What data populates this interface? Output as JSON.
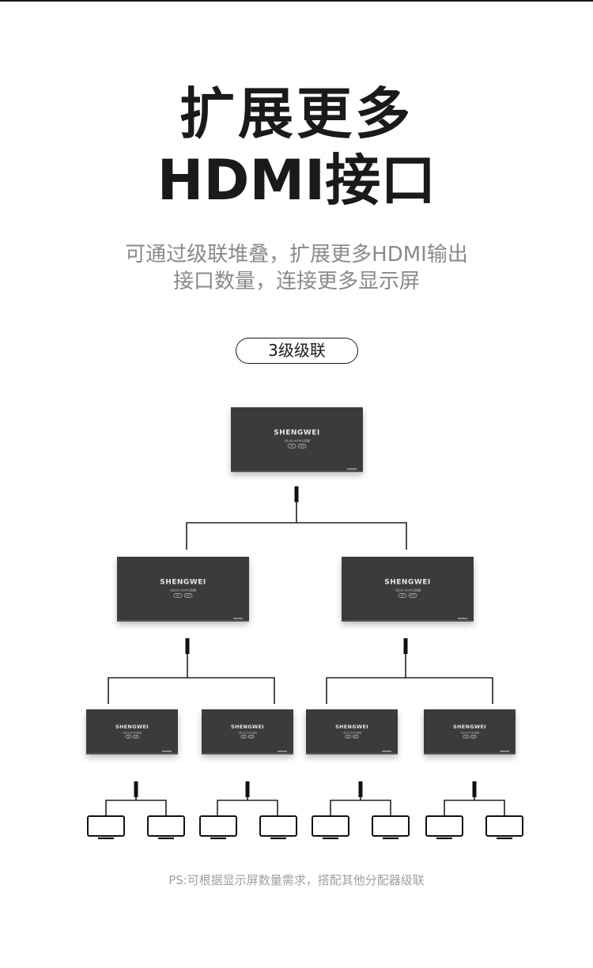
{
  "headline": {
    "line1": "扩展更多",
    "line2": "HDMI接口"
  },
  "subtitle": {
    "line1": "可通过级联堆叠，扩展更多HDMI输出",
    "line2": "接口数量，连接更多显示屏"
  },
  "badge": "3级级联",
  "device": {
    "brand": "SHENGWEI",
    "model_text": "1进2出 HDMI分配器",
    "port_in": "IN",
    "port_out": "OUT",
    "body_color": "#3a3a3a",
    "text_color": "#e6e6e6"
  },
  "tiers": {
    "level1_count": 1,
    "level2_count": 2,
    "level3_count": 4,
    "displays_count": 8
  },
  "footnote": "PS:可根据显示屏数量需求，搭配其他分配器级联",
  "colors": {
    "text_dark": "#1a1a1a",
    "text_gray": "#8a8a8a",
    "text_light": "#a0a0a0",
    "line": "#222222"
  }
}
